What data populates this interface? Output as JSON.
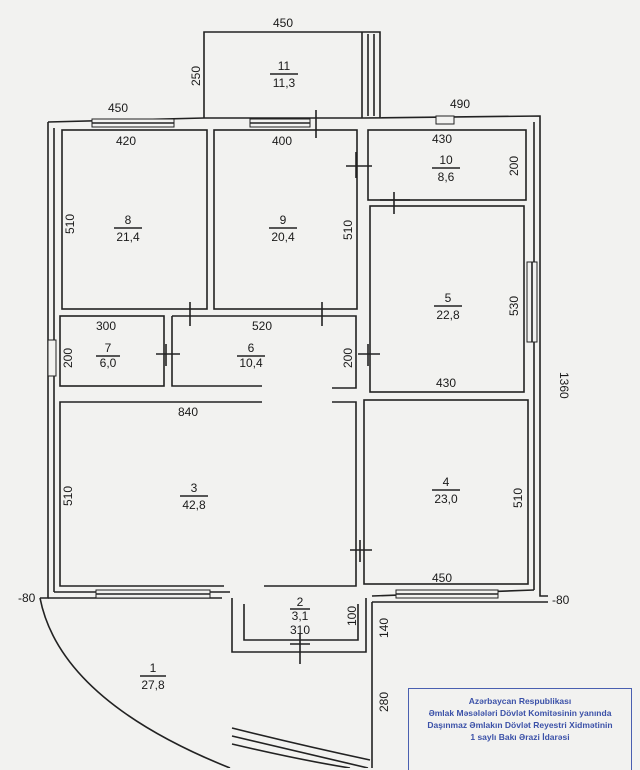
{
  "rooms": [
    {
      "num": "1",
      "area": "27,8"
    },
    {
      "num": "2",
      "area": "3,1"
    },
    {
      "num": "3",
      "area": "42,8"
    },
    {
      "num": "4",
      "area": "23,0"
    },
    {
      "num": "5",
      "area": "22,8"
    },
    {
      "num": "6",
      "area": "10,4"
    },
    {
      "num": "7",
      "area": "6,0"
    },
    {
      "num": "8",
      "area": "21,4"
    },
    {
      "num": "9",
      "area": "20,4"
    },
    {
      "num": "10",
      "area": "8,6"
    },
    {
      "num": "11",
      "area": "11,3"
    }
  ],
  "dimensions": {
    "top_balcony_width": "450",
    "top_balcony_depth": "250",
    "outer_top_left": "450",
    "outer_top_right": "490",
    "room8_width": "420",
    "room9_width": "400",
    "room10_width": "430",
    "room10_depth": "200",
    "room8_depth": "510",
    "room9_depth": "510",
    "room5_depth": "530",
    "room7_width": "300",
    "room6_width": "520",
    "room7_depth": "200",
    "room6_depth": "200",
    "room5_width": "430",
    "total_depth": "1360",
    "room3_width": "840",
    "room3_depth": "510",
    "room4_depth": "510",
    "room4_width": "450",
    "left_offset": "-80",
    "right_offset": "-80",
    "room2_depth": "100",
    "room2_width": "310",
    "porch_depth_a": "140",
    "porch_depth_b": "280"
  },
  "stamp": {
    "line1": "Azərbaycan Respublikası",
    "line2": "Əmlak Məsələləri Dövlət Komitəsinin yanında",
    "line3": "Daşınmaz Əmlakın Dövlət Reyestri Xidmətinin",
    "line4": "1 saylı Bakı Ərazi İdarəsi"
  }
}
